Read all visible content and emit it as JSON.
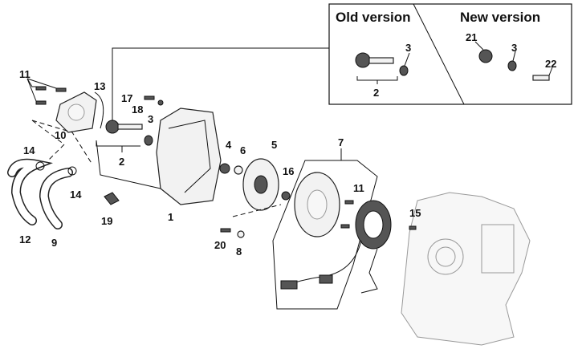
{
  "diagram": {
    "inset": {
      "old_title": "Old version",
      "new_title": "New version",
      "old_labels": [
        "3",
        "2"
      ],
      "new_labels": [
        "21",
        "3",
        "22"
      ]
    },
    "labels": {
      "l11a": "11",
      "l13": "13",
      "l17": "17",
      "l18": "18",
      "l3": "3",
      "l10": "10",
      "l2": "2",
      "l14a": "14",
      "l14b": "14",
      "l12": "12",
      "l9": "9",
      "l19": "19",
      "l1": "1",
      "l4": "4",
      "l6": "6",
      "l5": "5",
      "l7": "7",
      "l16": "16",
      "l11b": "11",
      "l15": "15",
      "l20": "20",
      "l8": "8"
    }
  }
}
